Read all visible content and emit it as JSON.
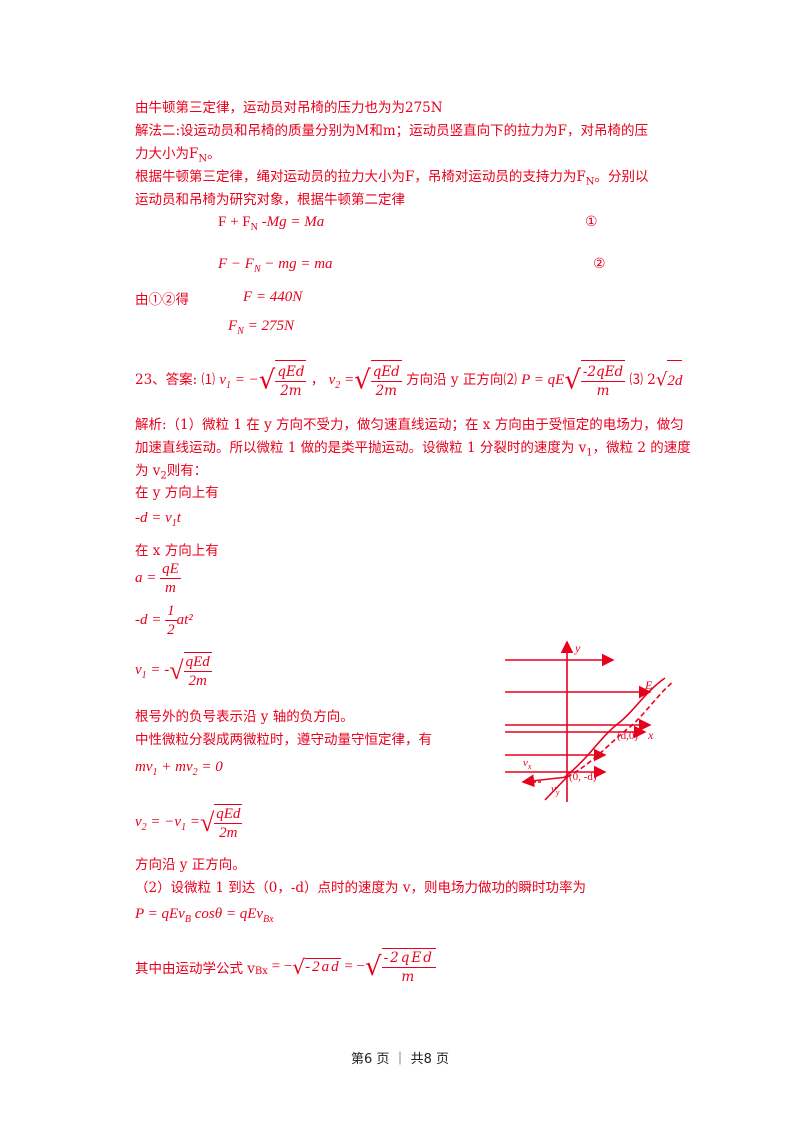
{
  "line1": "由牛顿第三定律，运动员对吊椅的压力也为为275N",
  "line2": "解法二:设运动员和吊椅的质量分别为M和m；运动员竖直向下的拉力为F，对吊椅的压",
  "line3": "力大小为F",
  "line3_sub": "N",
  "line3_end": "。",
  "line4": "根据牛顿第三定律，绳对运动员的拉力大小为F，吊椅对运动员的支持力为F",
  "line4_sub": "N",
  "line4_end": "。分别以",
  "line5": "运动员和吊椅为研究对象，根据牛顿第二定律",
  "eq1": "F + F",
  "eq1_sub": "N",
  "eq1_rest": " -Mg = Ma",
  "eq1_mark": "①",
  "eq2": "F − F",
  "eq2_sub": "N",
  "eq2_rest": " − mg = ma",
  "eq2_mark": "②",
  "from12": "由①②得",
  "res1": "F = 440N",
  "res2_a": "F",
  "res2_sub": "N",
  "res2_b": " = 275N",
  "ans_head": "23、答案: ⑴",
  "ans_v1": "v",
  "ans_v1_rest": " = −",
  "ans_frac_num": "qEd",
  "ans_frac_den": "2m",
  "ans_comma": "，",
  "ans_v2": "v",
  "ans_v2_rest": " =",
  "ans_dir": "方向沿 y 正方向⑵",
  "ans_P": "P = qE",
  "ans_P_num": "-2qEd",
  "ans_P_den": "m",
  "ans_3": "⑶ 2",
  "ans_3_rad": "2d",
  "jx1": "解析:（1）微粒 1 在 y 方向不受力，做匀速直线运动；在 x 方向由于受恒定的电场力，做匀",
  "jx2": "加速直线运动。所以微粒 1 做的是类平抛运动。设微粒 1 分裂时的速度为 v",
  "jx2_end": "，微粒 2 的速度",
  "jx3": "为 v",
  "jx3_end": "则有：",
  "ydir": "在 y 方向上有",
  "eq_d1": "-d = v",
  "eq_d1_end": "t",
  "xdir": "在 x 方向上有",
  "eq_a": "a =",
  "eq_a_num": "qE",
  "eq_a_den": "m",
  "eq_d2": "-d =",
  "eq_d2_num": "1",
  "eq_d2_den": "2",
  "eq_d2_end": "at²",
  "eq_v1": "v",
  "eq_v1_rest": " = -",
  "eq_v1_num": "qEd",
  "eq_v1_den": "2m",
  "neg_note": "根号外的负号表示沿 y 轴的负方向。",
  "momentum": "中性微粒分裂成两微粒时，遵守动量守恒定律，有",
  "eq_mv": "mv",
  "eq_mv_mid": " + mv",
  "eq_mv_end": " = 0",
  "eq_v2": "v",
  "eq_v2_rest": " = −v",
  "eq_v2_eq": " =",
  "eq_v2_num": "qEd",
  "eq_v2_den": "2m",
  "dir_up": "方向沿 y 正方向。",
  "part2": "（2）设微粒 1 到达（0，-d）点时的速度为 v，则电场力做功的瞬时功率为",
  "eq_P": "P = qEv",
  "eq_P_sub": "B",
  "eq_P_mid": " cosθ = qEv",
  "eq_P_sub2": "Bx",
  "kin": "其中由运动学公式 v",
  "kin_sub": "Bx",
  "kin_mid": " = −",
  "kin_rad": "-2ad",
  "kin_eq": " = −",
  "kin_num": "-2qEd",
  "kin_den": "m",
  "fig": {
    "y_label": "y",
    "x_label": "x",
    "E_label": "E",
    "pt1": "(d,0)",
    "pt2": "(0, -d)",
    "vx_label": "v",
    "vx_sub": "x",
    "vy_label": "v",
    "vy_sub": "y"
  },
  "footer": "第6 页 ｜ 共8 页"
}
